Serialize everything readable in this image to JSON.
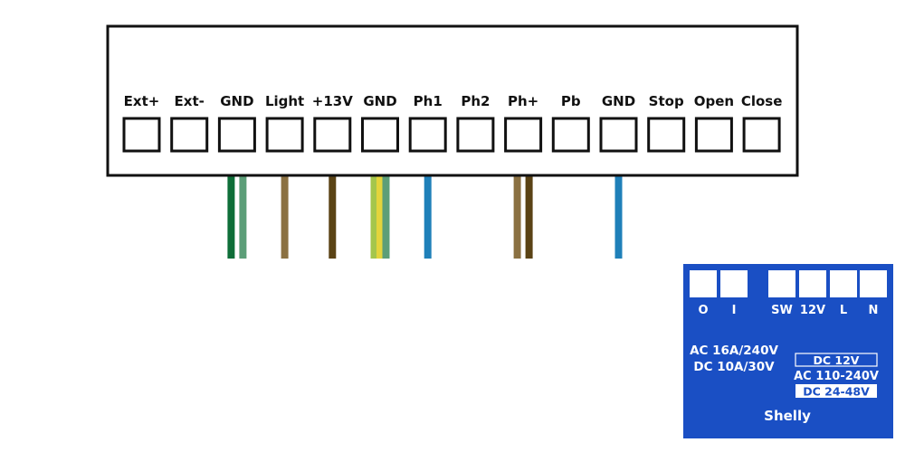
{
  "controller": {
    "terminals": [
      {
        "label": "Ext+"
      },
      {
        "label": "Ext-"
      },
      {
        "label": "GND",
        "wires": [
          "#0e6e38",
          "#5c9e78"
        ]
      },
      {
        "label": "Light",
        "wires": [
          "#8b7142"
        ]
      },
      {
        "label": "+13V",
        "wires": [
          "#5a4315"
        ]
      },
      {
        "label": "GND",
        "wires": [
          "#a4c64c",
          "#e3d43c",
          "#5c9e78"
        ]
      },
      {
        "label": "Ph1",
        "wires": [
          "#1f80b9"
        ]
      },
      {
        "label": "Ph2"
      },
      {
        "label": "Ph+",
        "wires": [
          "#8b7142",
          "#5a4315"
        ]
      },
      {
        "label": "Pb"
      },
      {
        "label": "GND",
        "wires": [
          "#1f80b9"
        ]
      },
      {
        "label": "Stop"
      },
      {
        "label": "Open"
      },
      {
        "label": "Close"
      }
    ]
  },
  "shelly": {
    "brand": "Shelly",
    "background": "#1a4fc4",
    "terminals": [
      "O",
      "I",
      "SW",
      "12V",
      "L",
      "N"
    ],
    "rating_ac": "AC 16A/240V",
    "rating_dc": "DC 10A/30V",
    "supply_dc12": "DC 12V",
    "supply_ac": "AC 110-240V",
    "supply_dc24": "DC 24-48V"
  }
}
